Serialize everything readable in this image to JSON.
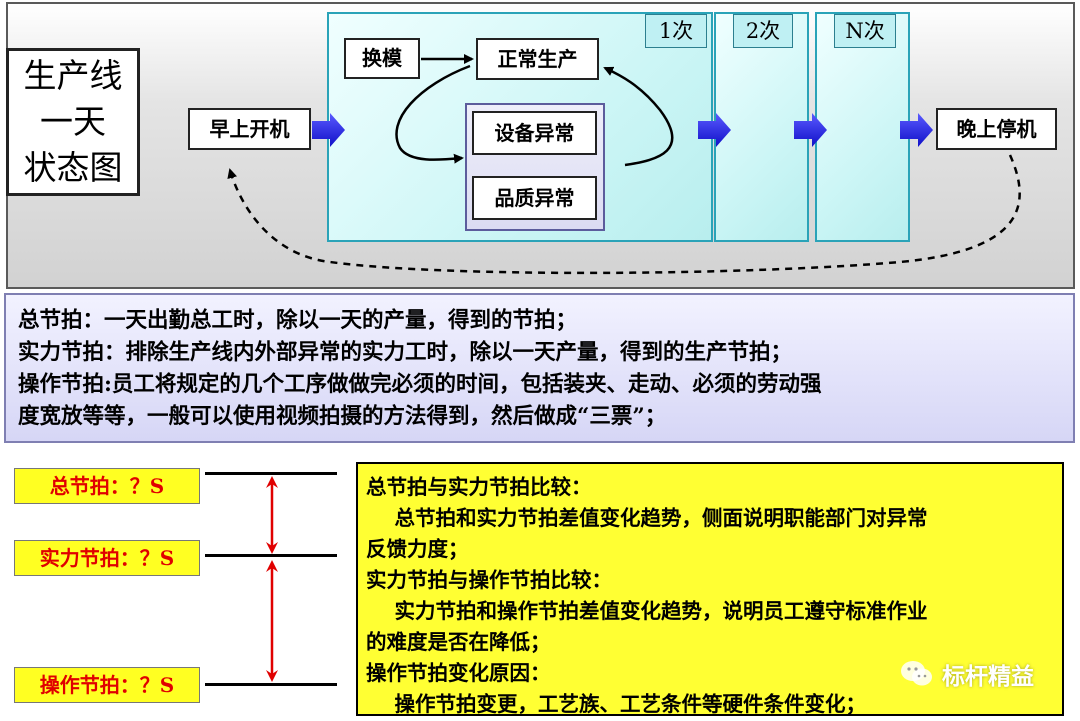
{
  "diagram": {
    "title_lines": [
      "生产线",
      "一天",
      "状态图"
    ],
    "start": "早上开机",
    "end": "晚上停机",
    "runs": [
      "1次",
      "2次",
      "N次"
    ],
    "changeover": "换模",
    "normal": "正常生产",
    "equipment_abnormal": "设备异常",
    "quality_abnormal": "品质异常"
  },
  "definitions": [
    "总节拍：一天出勤总工时，除以一天的产量，得到的节拍；",
    "实力节拍：排除生产线内外部异常的实力工时，除以一天产量，得到的生产节拍；",
    "操作节拍:员工将规定的几个工序做做完必须的时间，包括装夹、走动、必须的劳动强",
    "度宽放等等，一般可以使用视频拍摄的方法得到，然后做成“三票”；"
  ],
  "levels": {
    "total": "总节拍：？S",
    "actual": "实力节拍：？S",
    "operation": "操作节拍：？S"
  },
  "comparison_lines": [
    "总节拍与实力节拍比较：",
    "    总节拍和实力节拍差值变化趋势，侧面说明职能部门对异常",
    "反馈力度；",
    "实力节拍与操作节拍比较：",
    "    实力节拍和操作节拍差值变化趋势，说明员工遵守标准作业",
    "的难度是否在降低；",
    "操作节拍变化原因：",
    "    操作节拍变更，工艺族、工艺条件等硬件条件变化；"
  ],
  "watermark": "标杆精益",
  "colors": {
    "arrow_blue": "#1f1fe0",
    "level_red": "#e00000",
    "note_yellow": "#ffff33"
  }
}
